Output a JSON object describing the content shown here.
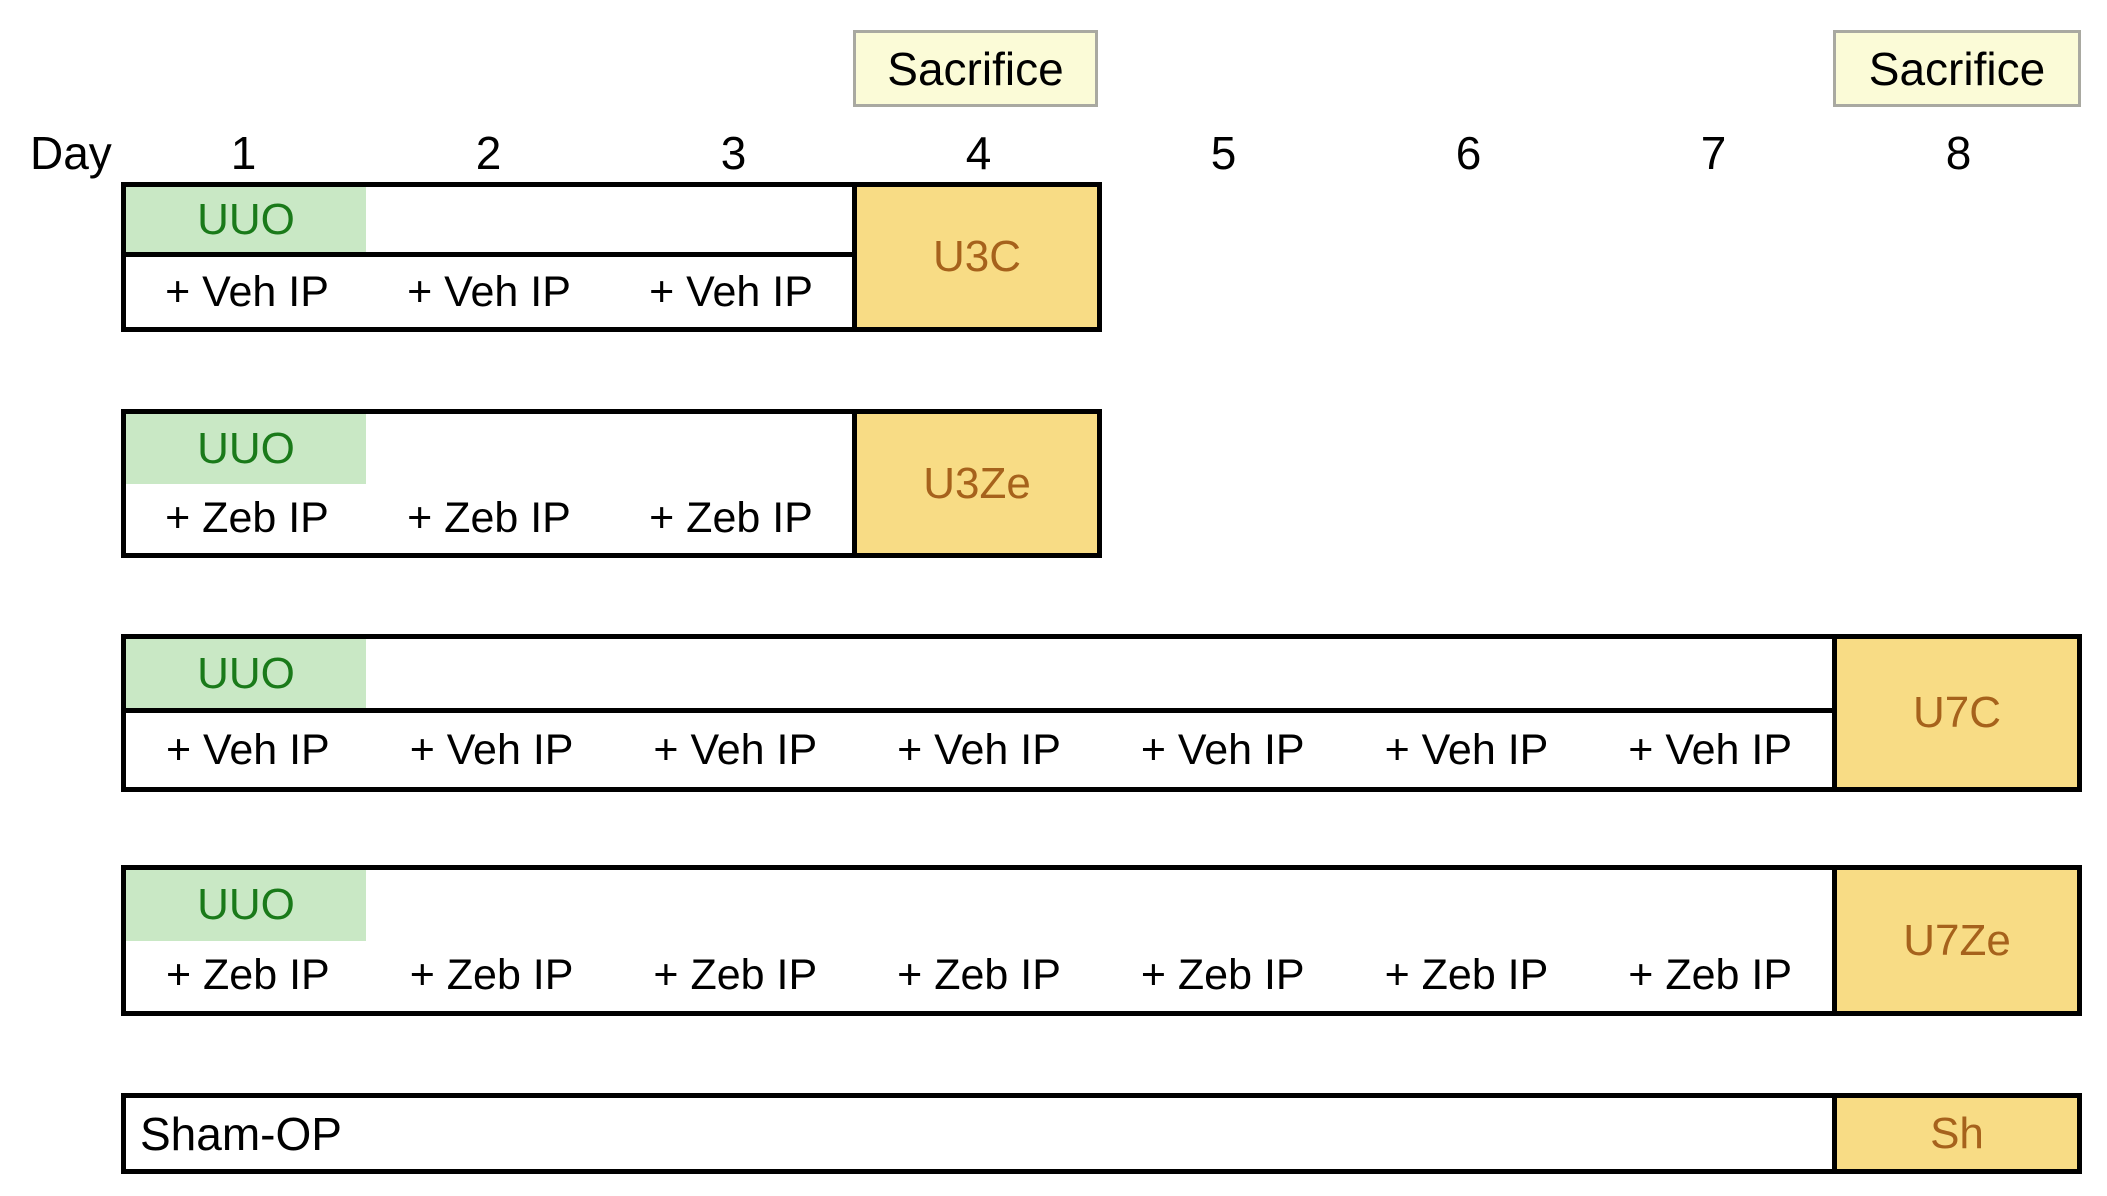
{
  "day_axis": {
    "label": "Day",
    "ticks": [
      "1",
      "2",
      "3",
      "4",
      "5",
      "6",
      "7",
      "8"
    ]
  },
  "sacrifice_markers": [
    {
      "text": "Sacrifice",
      "above_day": "4"
    },
    {
      "text": "Sacrifice",
      "above_day": "8"
    }
  ],
  "groups": [
    {
      "id": "U3C",
      "surgery": "UUO",
      "sacrifice_day": "4",
      "injections": [
        "+ Veh IP",
        "+ Veh IP",
        "+ Veh IP"
      ]
    },
    {
      "id": "U3Ze",
      "surgery": "UUO",
      "sacrifice_day": "4",
      "injections": [
        "+ Zeb IP",
        "+ Zeb IP",
        "+ Zeb IP"
      ]
    },
    {
      "id": "U7C",
      "surgery": "UUO",
      "sacrifice_day": "8",
      "injections": [
        "+ Veh IP",
        "+ Veh IP",
        "+ Veh IP",
        "+ Veh IP",
        "+ Veh IP",
        "+ Veh IP",
        "+ Veh IP"
      ]
    },
    {
      "id": "U7Ze",
      "surgery": "UUO",
      "sacrifice_day": "8",
      "injections": [
        "+ Zeb IP",
        "+ Zeb IP",
        "+ Zeb IP",
        "+ Zeb IP",
        "+ Zeb IP",
        "+ Zeb IP",
        "+ Zeb IP"
      ]
    },
    {
      "id": "Sh",
      "surgery": "Sham-OP",
      "sacrifice_day": "8",
      "injections": []
    }
  ],
  "colors": {
    "uuo_fill": "#c9e8c5",
    "uuo_text": "#1a7a1a",
    "group_cell_fill": "#f8dc85",
    "group_cell_text": "#a6621c",
    "sacrifice_fill": "#fbfbd7",
    "sacrifice_border": "#a9a9a1",
    "outline": "#000000"
  }
}
